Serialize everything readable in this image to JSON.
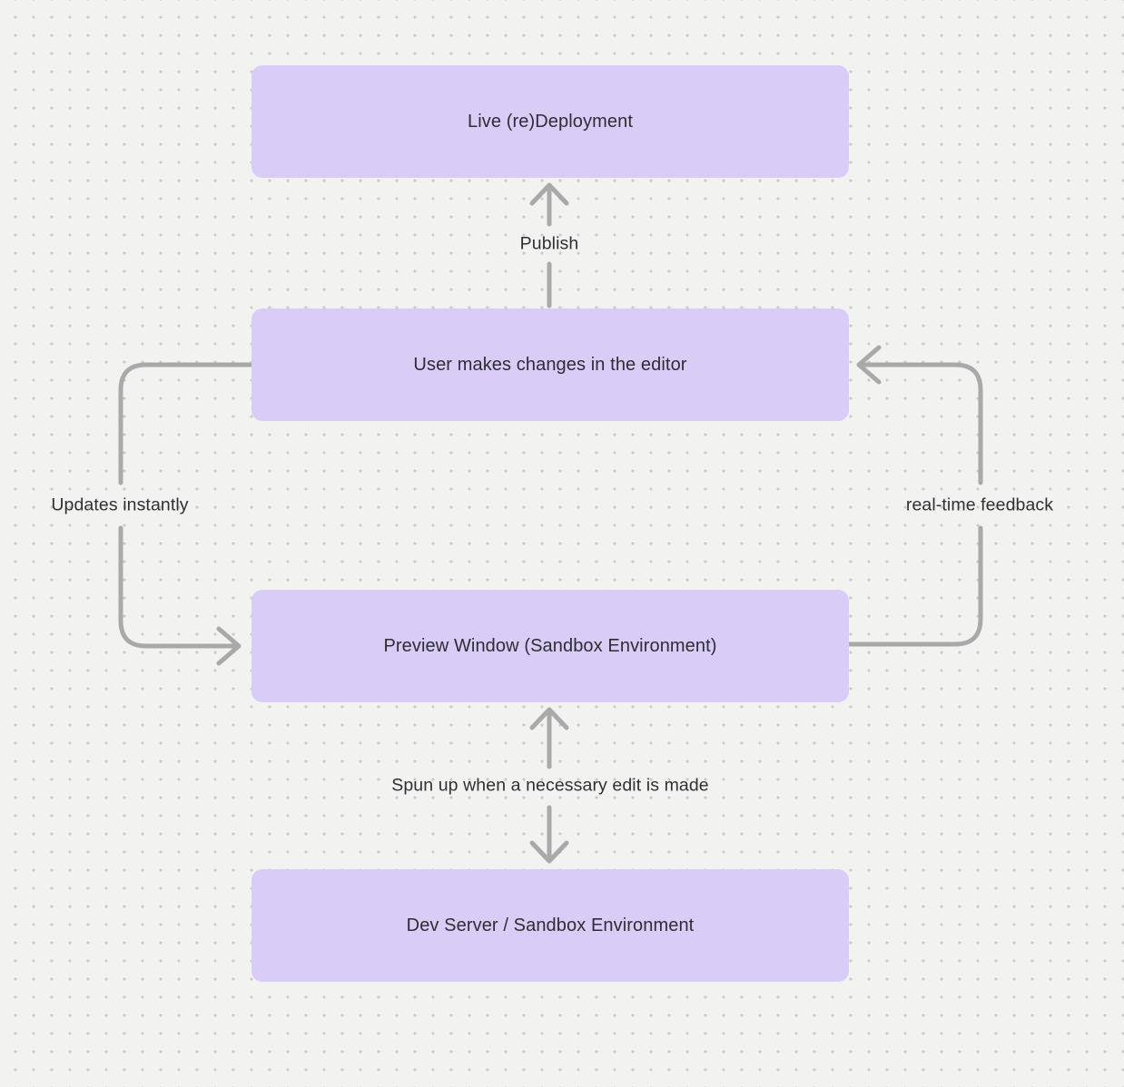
{
  "colors": {
    "background": "#f2f2f1",
    "dot": "#c8c8c8",
    "node_fill": "#d9ccf7",
    "node_text": "#2d2d33",
    "connector": "#a9a9a9",
    "label_text": "#303034"
  },
  "diagram": {
    "nodes": [
      {
        "id": "live-deployment",
        "label": "Live (re)Deployment"
      },
      {
        "id": "user-editor",
        "label": "User makes changes in the editor"
      },
      {
        "id": "preview-window",
        "label": "Preview Window (Sandbox Environment)"
      },
      {
        "id": "dev-server",
        "label": "Dev Server / Sandbox Environment"
      }
    ],
    "edges": [
      {
        "id": "publish",
        "label": "Publish",
        "from": "user-editor",
        "to": "live-deployment",
        "direction": "up"
      },
      {
        "id": "updates-instantly",
        "label": "Updates instantly",
        "from": "user-editor",
        "to": "preview-window",
        "direction": "down-left-loop"
      },
      {
        "id": "real-time-feedback",
        "label": "real-time feedback",
        "from": "preview-window",
        "to": "user-editor",
        "direction": "up-right-loop"
      },
      {
        "id": "spun-up",
        "label": "Spun up when a necessary edit is made",
        "from": "preview-window",
        "to": "dev-server",
        "direction": "bidirectional"
      }
    ]
  }
}
